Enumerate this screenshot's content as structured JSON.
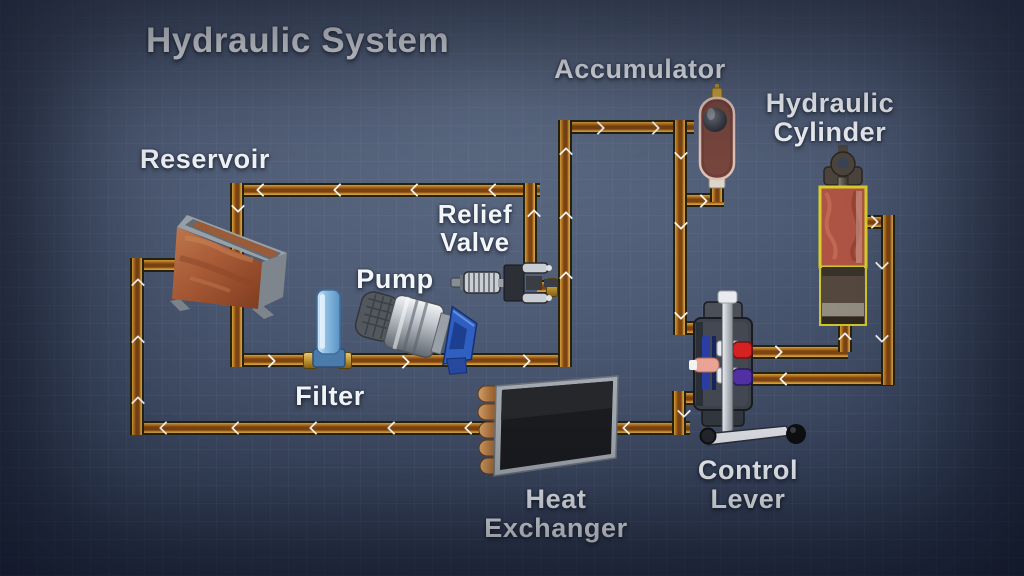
{
  "title": "Hydraulic System",
  "components": {
    "reservoir": {
      "label": "Reservoir"
    },
    "filter": {
      "label": "Filter"
    },
    "pump": {
      "label": "Pump"
    },
    "relief_valve": {
      "lines": [
        "Relief",
        "Valve"
      ]
    },
    "accumulator": {
      "label": "Accumulator"
    },
    "hydraulic_cylinder": {
      "lines": [
        "Hydraulic",
        "Cylinder"
      ]
    },
    "heat_exchanger": {
      "lines": [
        "Heat",
        "Exchanger"
      ]
    },
    "control_lever": {
      "lines": [
        "Control",
        "Lever"
      ]
    }
  },
  "icons": {
    "flow_arrow_icon": "white-chevron"
  },
  "colors": {
    "background_center": "#5f6d86",
    "background_edge": "#222d44",
    "pipe_orange": "#b1701a",
    "pipe_core": "#7c4414",
    "pipe_edge": "#262310",
    "flow_arrow": "#ffffff",
    "label_text": "#f3f6fa",
    "reservoir_rust": "#a85a36",
    "filter_blue": "#8fc0e4",
    "pump_head_blue": "#2f5fc0",
    "accumulator_shell": "#70403a",
    "cylinder_outline_yellow": "#d9cf2e",
    "cylinder_fluid_red": "#b05545",
    "valve_port_red": "#d42222",
    "valve_port_purple": "#5232a2",
    "valve_port_pink": "#eaa496"
  }
}
